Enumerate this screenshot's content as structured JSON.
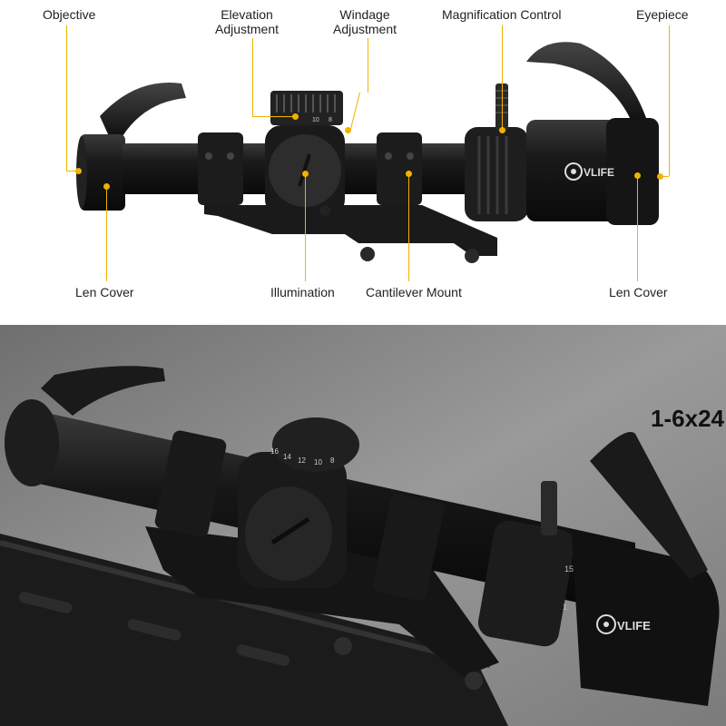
{
  "callouts": {
    "objective": "Objective",
    "elevation_line1": "Elevation",
    "elevation_line2": "Adjustment",
    "windage_line1": "Windage",
    "windage_line2": "Adjustment",
    "magnification": "Magnification Control",
    "eyepiece": "Eyepiece",
    "len_cover_left": "Len Cover",
    "illumination": "Illumination",
    "cantilever": "Cantilever Mount",
    "len_cover_right": "Len Cover"
  },
  "brand": {
    "logo_text": "VLIFE"
  },
  "product": {
    "model": "1-6x24"
  },
  "scope_markings": {
    "turret_numbers": [
      "10",
      "8"
    ],
    "mag_numbers": [
      "15",
      "1"
    ],
    "bottom_turret_numbers": [
      "16",
      "14",
      "12",
      "10",
      "8"
    ],
    "bottom_mag_numbers": [
      "15",
      "1"
    ]
  },
  "colors": {
    "leader": "#f2b200",
    "scope_body": "#141414",
    "background_bottom": "#8a8a8a"
  }
}
